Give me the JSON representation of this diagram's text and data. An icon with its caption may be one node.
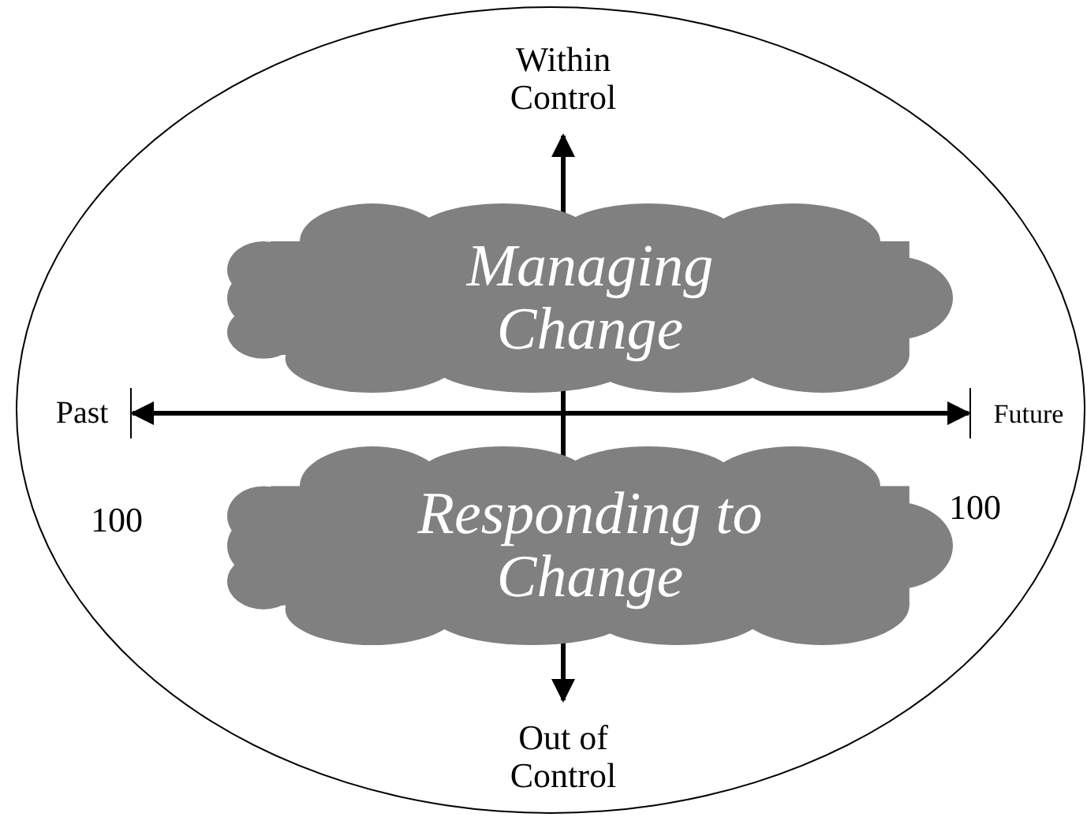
{
  "diagram": {
    "nodes": [
      {
        "text": [],
        "shape": "circle"
      },
      {
        "text": [
          "Managing Change"
        ],
        "in": 0
      },
      {
        "text": [
          "Responding to Change"
        ],
        "in": 0
      }
    ],
    "edges": [],
    "labels": [
      "Within Control",
      "Past",
      "Future",
      "100",
      "100",
      "Out of Control"
    ]
  }
}
